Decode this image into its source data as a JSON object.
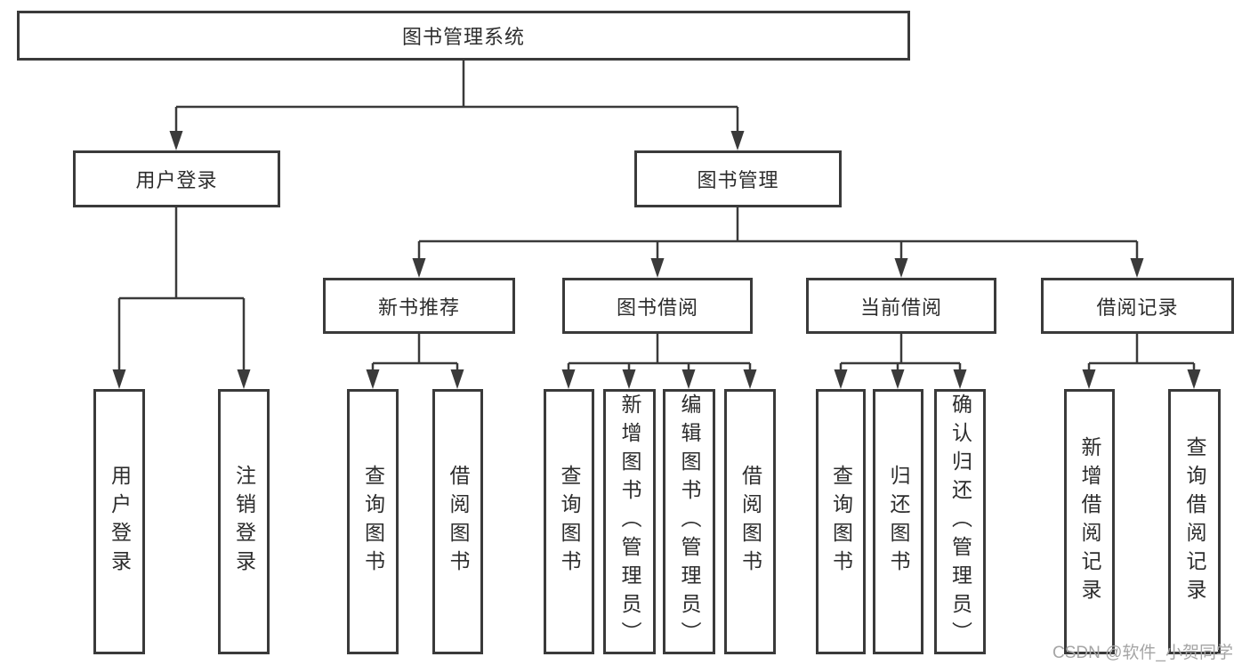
{
  "diagram": {
    "root": {
      "label": "图书管理系统"
    },
    "level2": [
      {
        "label": "用户登录"
      },
      {
        "label": "图书管理"
      }
    ],
    "level3": [
      {
        "label": "新书推荐"
      },
      {
        "label": "图书借阅"
      },
      {
        "label": "当前借阅"
      },
      {
        "label": "借阅记录"
      }
    ],
    "leaves": {
      "user_login": [
        "用户登录",
        "注销登录"
      ],
      "new_books": [
        "查询图书",
        "借阅图书"
      ],
      "book_borrow": [
        "查询图书",
        "新增图书（管理员）",
        "编辑图书（管理员）",
        "借阅图书"
      ],
      "current_borrow": [
        "查询图书",
        "归还图书",
        "确认归还（管理员）"
      ],
      "borrow_records": [
        "新增借阅记录",
        "查询借阅记录"
      ]
    }
  },
  "watermark": {
    "text": "CSDN @软件_小贺同学"
  },
  "colors": {
    "line": "#3a3a3a",
    "box_border": "#3a3a3a",
    "box_bg": "#ffffff",
    "text": "#2d2d2d",
    "watermark": "#a5a5a5"
  }
}
